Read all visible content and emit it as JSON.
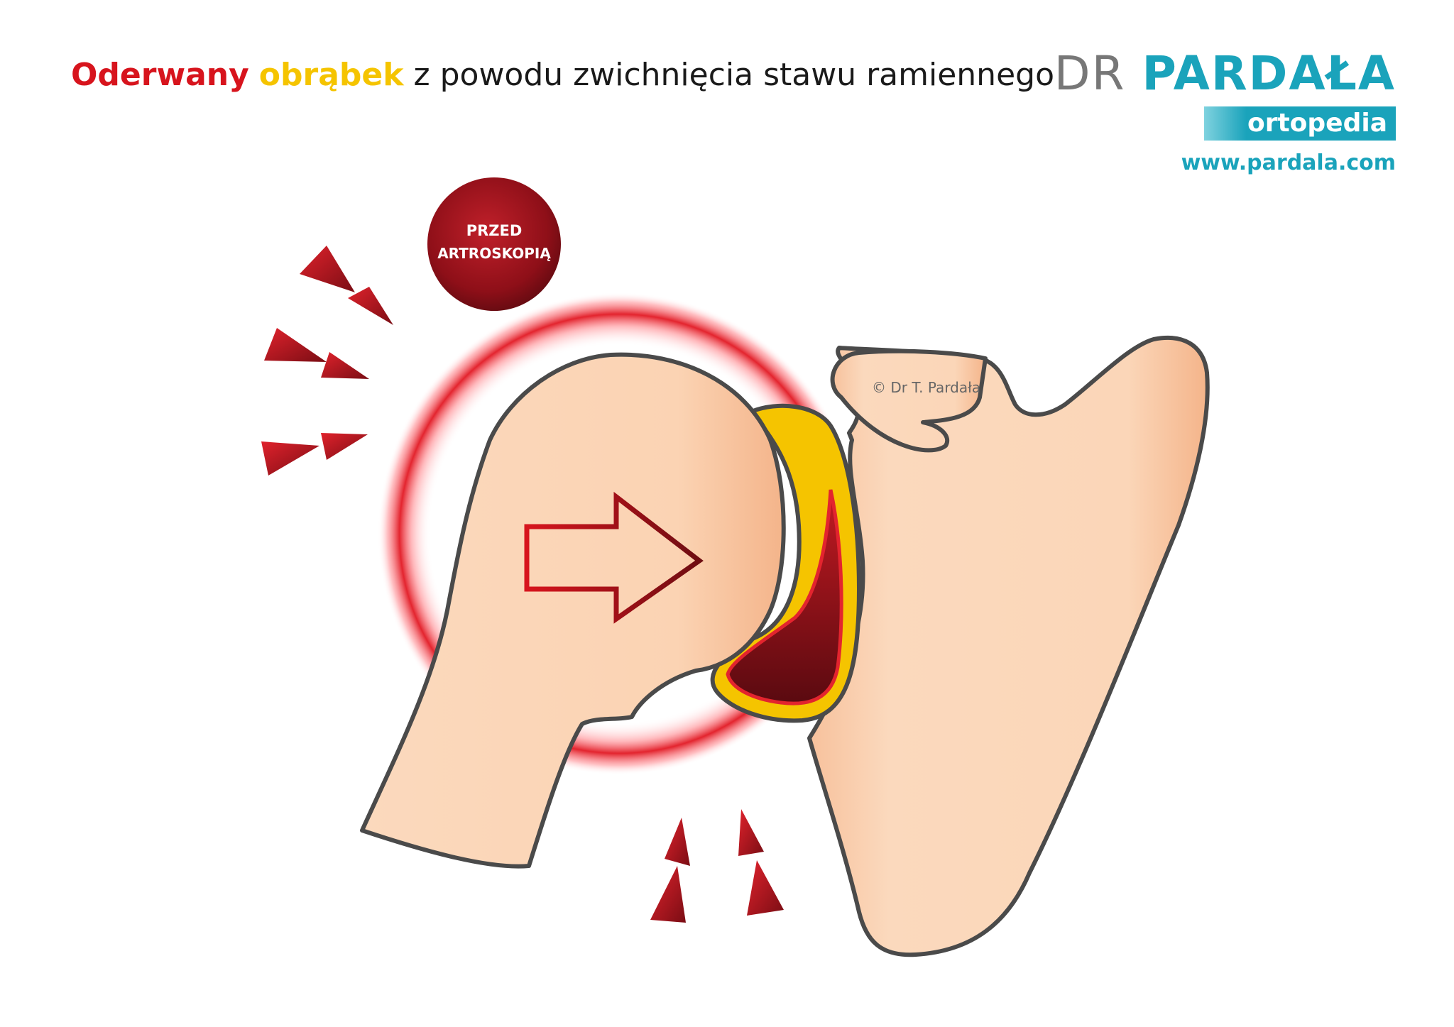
{
  "title": {
    "word_red": "Oderwany",
    "word_yellow": "obrąbek",
    "rest": "z powodu zwichnięcia stawu ramiennego"
  },
  "brand": {
    "prefix": "DR",
    "name": "PARDAŁA",
    "subtitle": "ortopedia",
    "url": "www.pardala.com"
  },
  "badge": {
    "line1": "PRZED",
    "line2": "ARTROSKOPIĄ"
  },
  "copyright": "© Dr T. Pardała",
  "colors": {
    "accent_red": "#d7141d",
    "dark_red": "#7a0d14",
    "labrum_yellow": "#f5c400",
    "bone": "#f8c9a4",
    "outline": "#4a4a4a",
    "brand_teal": "#1aa3bb"
  }
}
